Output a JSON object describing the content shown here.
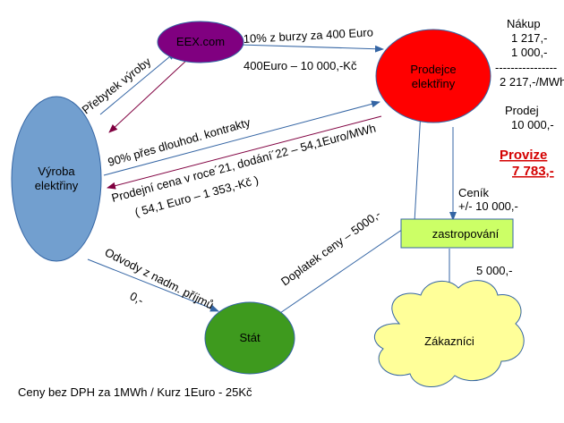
{
  "nodes": {
    "eex": "EEX.com",
    "seller": [
      "Prodejce",
      "elektřiny"
    ],
    "production": [
      "Výroba",
      "elektřiny"
    ],
    "state": "Stát",
    "cap": "zastropování",
    "customers": "Zákazníci"
  },
  "edges": {
    "surplus": "Přebytek výroby",
    "exchange_share": "10% z burzy za 400 Euro",
    "exchange_price": "400Euro – 10 000,-Kč",
    "long_term": "90% přes dlouhod. kontrakty",
    "selling_price": "Prodejní cena v roce´21, dodání´22 – 54,1Euro/MWh",
    "selling_price_czk": "( 54,1 Euro – 1 353,-Kč )",
    "levy": "Odvody z nadm. příjmů",
    "levy_value": "0,-",
    "subsidy": "Doplatek ceny –  5000,-",
    "tariff": "Ceník",
    "tariff_value": "+/- 10 000,-",
    "customer_price": "5 000,-"
  },
  "calc": {
    "purchase_label": "Nákup",
    "purchase_1": "1 217,-",
    "purchase_2": "1 000,-",
    "divider": "----------------",
    "purchase_total": "2 217,-/MWh",
    "sale_label": "Prodej",
    "sale_value": "10 000,-",
    "commission_label": "Provize",
    "commission_value": "7 783,-"
  },
  "footnote": "Ceny bez DPH za 1MWh / Kurz 1Euro - 25Kč",
  "colors": {
    "production": "#729fcf",
    "eex": "#800080",
    "seller": "#ff0000",
    "state": "#3e9a1e",
    "cap": "#ccff66",
    "customers": "#ffff99",
    "arrow_blue": "#3465a4",
    "arrow_purple": "#800040",
    "commission": "#d40000"
  }
}
